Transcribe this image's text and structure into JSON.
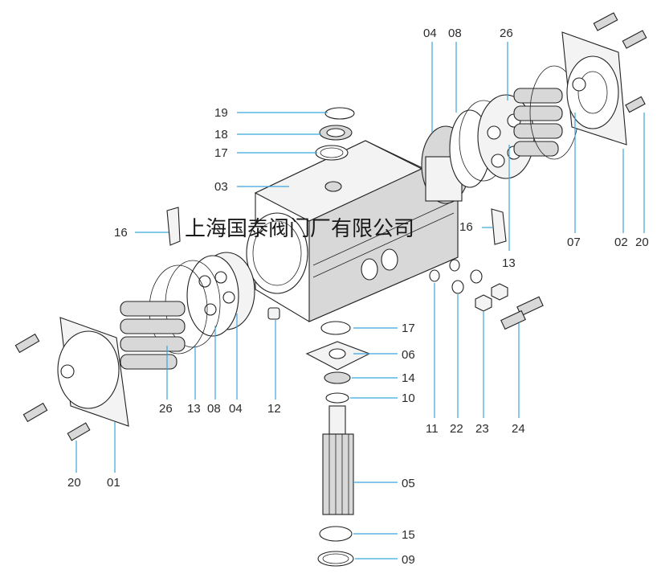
{
  "watermark": "上海国泰阀门厂有限公司",
  "labels": {
    "l19": "19",
    "l18": "18",
    "l17a": "17",
    "l03": "03",
    "l04t": "04",
    "l08t": "08",
    "l26t": "26",
    "l16l": "16",
    "l16r": "16",
    "l13r": "13",
    "l07": "07",
    "l02": "02",
    "l20r": "20",
    "l17b": "17",
    "l06": "06",
    "l14": "14",
    "l10": "10",
    "l11": "11",
    "l22": "22",
    "l23": "23",
    "l24": "24",
    "l26b": "26",
    "l13b": "13",
    "l08b": "08",
    "l04b": "04",
    "l12": "12",
    "l20l": "20",
    "l01": "01",
    "l05": "05",
    "l15": "15",
    "l09": "09"
  }
}
